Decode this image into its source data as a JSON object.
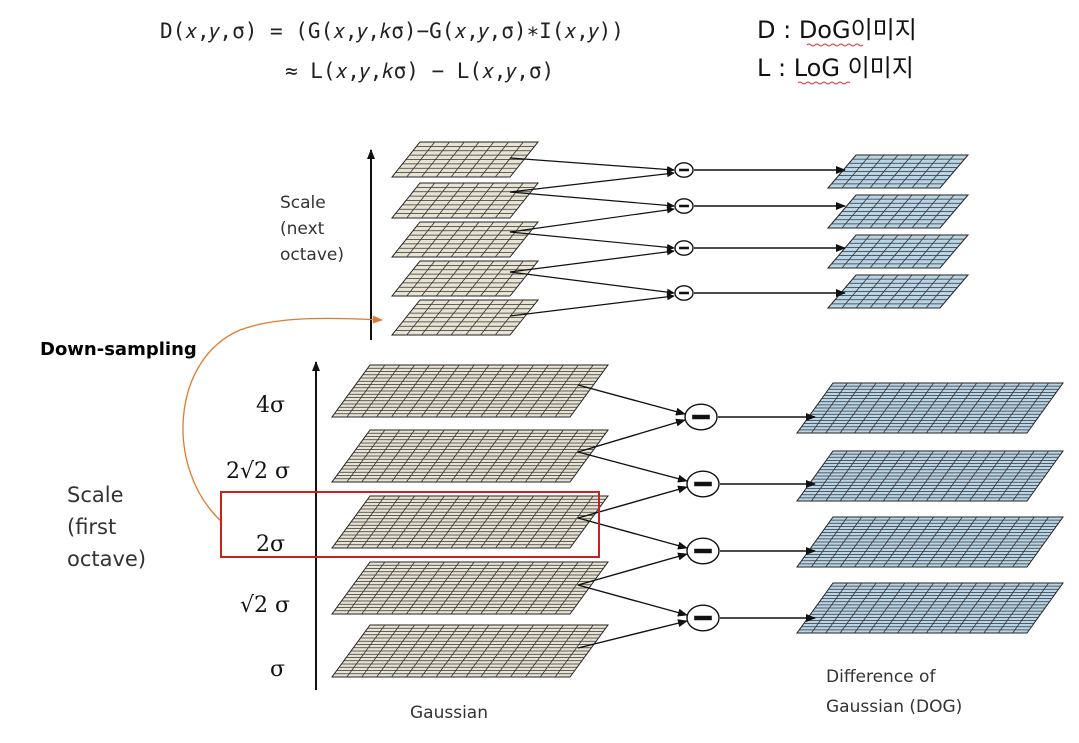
{
  "equation": {
    "line1": "D(𝑥,𝑦,σ) = (G(𝑥,𝑦,𝑘σ)−G(𝑥,𝑦,σ)∗I(𝑥,𝑦))",
    "line2": "≈ L(𝑥,𝑦,𝑘σ) − L(𝑥,𝑦,σ)"
  },
  "legend": {
    "d_line": "D : DoG이미지",
    "l_line": "L : LoG 이미지"
  },
  "next_octave": {
    "axis_label_lines": [
      "Scale",
      "(next",
      "octave)"
    ]
  },
  "first_octave": {
    "axis_label_lines": [
      "Scale",
      "(first",
      "octave)"
    ],
    "scale_labels": [
      "4σ",
      "2√2 σ",
      "2σ",
      "√2 σ",
      "σ"
    ]
  },
  "down_sampling_label": "Down-sampling",
  "gaussian_label": "Gaussian",
  "dog_label_lines": [
    "Difference of",
    "Gaussian (DOG)"
  ],
  "minus_symbol": "−",
  "colors": {
    "gaussian_fill": "#e8e3d2",
    "dog_fill": "#b9d5e8",
    "highlight_box": "#cc2020",
    "curve": "#e07a2e"
  }
}
